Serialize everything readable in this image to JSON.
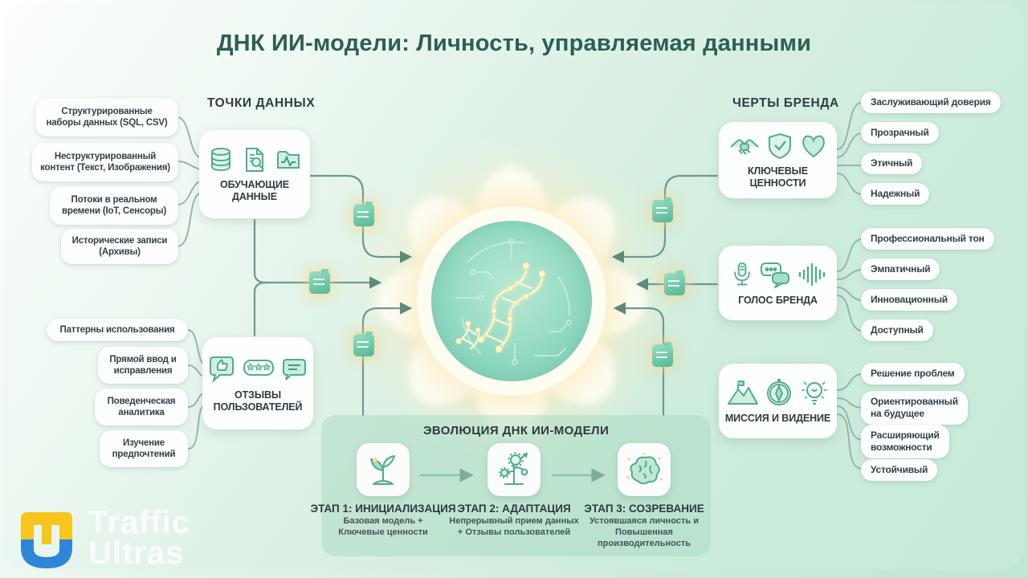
{
  "title": "ДНК ИИ-модели: Личность, управляемая данными",
  "colors": {
    "background_mint": "#cdecdc",
    "accent_teal": "#57b895",
    "glow_gold": "#f5e2ae",
    "title_text": "#2d5f53",
    "body_text": "#333f47",
    "card_white": "#fdfefe",
    "logo_yellow": "#f6c51e",
    "logo_blue": "#2e86d9"
  },
  "center_icon": "dna-circuit-core-illustration",
  "left": {
    "header": "ТОЧКИ ДАННЫХ",
    "groups": [
      {
        "card": {
          "title_lines": [
            "ОБУЧАЮЩИЕ",
            "ДАННЫЕ"
          ],
          "icons": [
            "database-icon",
            "document-search-icon",
            "folder-pulse-icon"
          ]
        },
        "labels": [
          {
            "lines": [
              "Структурированные",
              "наборы данных (SQL, CSV)"
            ]
          },
          {
            "lines": [
              "Неструктурированный",
              "контент (Текст, Изображения)"
            ]
          },
          {
            "lines": [
              "Потоки в реальном",
              "времени (IoT, Сенсоры)"
            ]
          },
          {
            "lines": [
              "Исторические записи",
              "(Архивы)"
            ]
          }
        ]
      },
      {
        "card": {
          "title_lines": [
            "ОТЗЫВЫ",
            "ПОЛЬЗОВАТЕЛЕЙ"
          ],
          "icons": [
            "thumbs-up-bubble-icon",
            "stars-bubble-icon",
            "text-bubble-icon"
          ]
        },
        "labels": [
          {
            "lines": [
              "Паттерны использования"
            ]
          },
          {
            "lines": [
              "Прямой ввод и",
              "исправления"
            ]
          },
          {
            "lines": [
              "Поведенческая",
              "аналитика"
            ]
          },
          {
            "lines": [
              "Изучение",
              "предпочтений"
            ]
          }
        ]
      }
    ]
  },
  "right": {
    "header": "ЧЕРТЫ БРЕНДА",
    "groups": [
      {
        "card": {
          "title_lines": [
            "КЛЮЧЕВЫЕ ЦЕННОСТИ"
          ],
          "icons": [
            "handshake-icon",
            "shield-check-icon",
            "heart-icon"
          ]
        },
        "labels": [
          {
            "lines": [
              "Заслуживающий доверия"
            ]
          },
          {
            "lines": [
              "Прозрачный"
            ]
          },
          {
            "lines": [
              "Этичный"
            ]
          },
          {
            "lines": [
              "Надежный"
            ]
          }
        ]
      },
      {
        "card": {
          "title_lines": [
            "ГОЛОС БРЕНДА"
          ],
          "icons": [
            "microphone-icon",
            "chat-bubbles-icon",
            "waveform-icon"
          ]
        },
        "labels": [
          {
            "lines": [
              "Профессиональный тон"
            ]
          },
          {
            "lines": [
              "Эмпатичный"
            ]
          },
          {
            "lines": [
              "Инновационный"
            ]
          },
          {
            "lines": [
              "Доступный"
            ]
          }
        ]
      },
      {
        "card": {
          "title_lines": [
            "МИССИЯ И ВИДЕНИЕ"
          ],
          "icons": [
            "mountain-flag-icon",
            "compass-icon",
            "lightbulb-icon"
          ]
        },
        "labels": [
          {
            "lines": [
              "Решение проблем"
            ]
          },
          {
            "lines": [
              "Ориентированный",
              "на будущее"
            ]
          },
          {
            "lines": [
              "Расширяющий",
              "возможности"
            ]
          },
          {
            "lines": [
              "Устойчивый"
            ]
          }
        ]
      }
    ]
  },
  "evolution": {
    "title": "ЭВОЛЮЦИЯ ДНК ИИ-МОДЕЛИ",
    "stages": [
      {
        "icon": "seedling-icon",
        "title": "ЭТАП 1: ИНИЦИАЛИЗАЦИЯ",
        "subtitle_lines": [
          "Базовая модель +",
          "Ключевые ценности"
        ]
      },
      {
        "icon": "gear-plant-icon",
        "title": "ЭТАП 2: АДАПТАЦИЯ",
        "subtitle_lines": [
          "Непрерывный прием данных",
          "+ Отзывы пользователей"
        ]
      },
      {
        "icon": "brain-icon",
        "title": "ЭТАП 3: СОЗРЕВАНИЕ",
        "subtitle_lines": [
          "Устоявшаяся личность и",
          "Повышенная производительность"
        ]
      }
    ]
  },
  "logo": {
    "line1": "Traffic",
    "line2": "Ultras"
  }
}
